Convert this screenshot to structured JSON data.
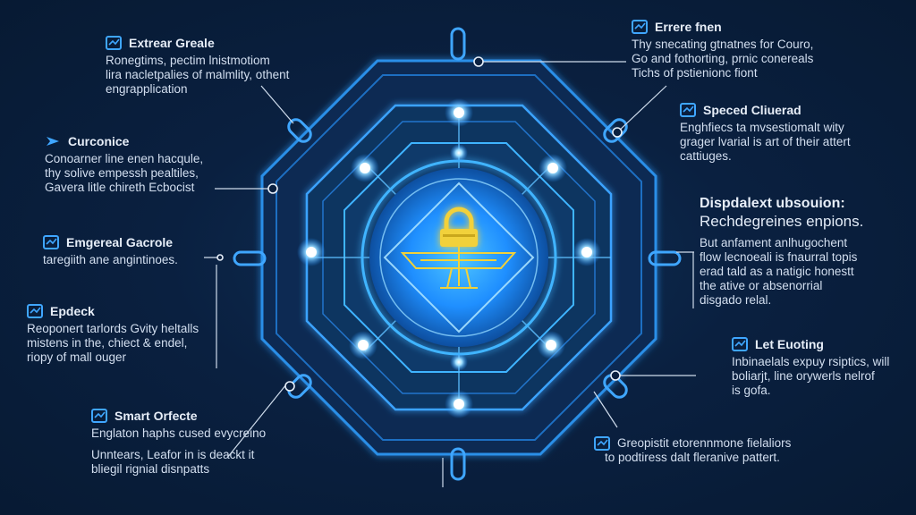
{
  "callouts": {
    "top_left": {
      "title": "Extrear Greale",
      "icon": "document-icon",
      "lines": [
        "Ronegtims, pectim lnistmotiom",
        "lira nacletpalies of malmlity, othent",
        "engrapplication"
      ]
    },
    "mid_left": {
      "title": "Curconice",
      "icon": "arrow-right-icon",
      "lines": [
        "Conoarner line enen hacqule,",
        "thy solive empessh pealtiles,",
        "Gavera litle chireth Ecbocist"
      ]
    },
    "left": {
      "title": "Emgereal Gacrole",
      "icon": "document-icon",
      "lines": [
        "taregiith ane angintinoes."
      ]
    },
    "lower_left": {
      "title": "Epdeck",
      "icon": "document-icon",
      "lines": [
        "Reoponert tarlords Gvity heltalls",
        "mistens in the, chiect & endel,",
        "riopy of mall ouger"
      ]
    },
    "bottom_left": {
      "title": "Smart Orfecte",
      "icon": "document-icon",
      "lines": [
        "Englaton haphs cused evycreino",
        "",
        "Unntears, Leafor in is deackt it",
        "bliegil rignial disnpatts"
      ]
    },
    "top_right": {
      "title": "Errere fnen",
      "icon": "document-icon",
      "lines": [
        "Thy snecating gtnatnes for Couro,",
        "Go and fothorting, prnic conereals",
        "Tichs of pstienionc fiont"
      ]
    },
    "mid_right": {
      "title": "Speced Cliuerad",
      "icon": "document-icon",
      "lines": [
        "Enghfiecs ta mvsestiomalt wity",
        "grager lvarial is art of their attert",
        "cattiuges."
      ]
    },
    "right": {
      "title": "Dispdalext ubsouion:",
      "subtitle": "Rechdegreines enpions.",
      "lines": [
        "But anfament anlhugochent",
        "flow lecnoeali is fnaurral topis",
        "erad tald as a natigic honestt",
        "the ative or absenorrial",
        "disgado relal."
      ]
    },
    "lower_right": {
      "title": "Let Euoting",
      "icon": "document-icon",
      "lines": [
        "Inbinaelals expuy rsiptics, will",
        "boliarjt, line orywerls nelrof",
        "is gofa."
      ]
    },
    "bottom_right": {
      "title": "",
      "icon": "document-icon",
      "lines": [
        "Greopistit etorennmone fielaliors",
        "to podtiress dalt fleranive pattert."
      ]
    }
  },
  "colors": {
    "background": "#0a2040",
    "glow": "#3fb4ff",
    "core": "#1f8fff",
    "lock": "#f2d13a",
    "text": "#d3dff0",
    "connector": "#cfdcec"
  },
  "icons": {
    "center": "lock-icon",
    "base": "bridge-icon",
    "connector": "chain-link-icon"
  }
}
